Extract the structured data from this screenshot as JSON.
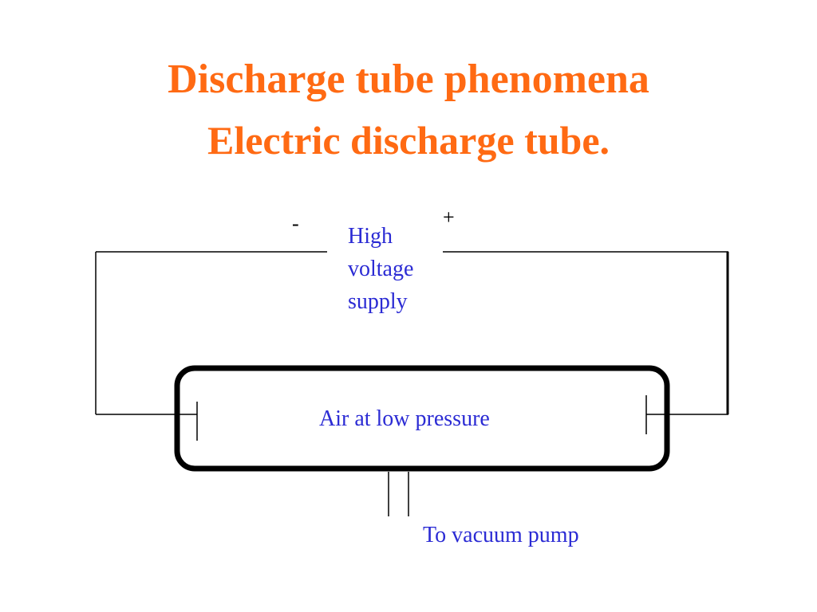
{
  "title": "Discharge tube phenomena",
  "subtitle": "Electric discharge tube.",
  "diagram": {
    "negative_sign": "-",
    "positive_sign": "+",
    "supply_label_lines": [
      "High",
      "voltage",
      "supply"
    ],
    "tube_label": "Air at low pressure",
    "pump_label": "To vacuum pump"
  },
  "colors": {
    "title": "#ff6a13",
    "label": "#2b2bd4",
    "wire": "#000000"
  }
}
